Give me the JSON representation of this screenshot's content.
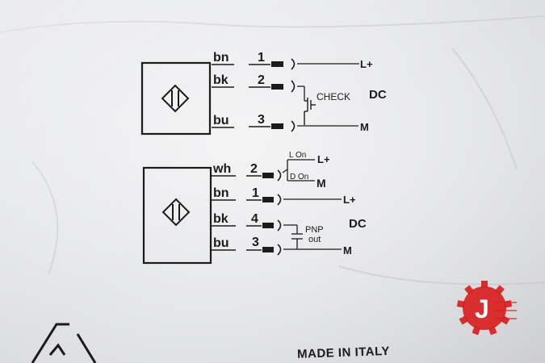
{
  "diagram_1": {
    "wires": [
      {
        "color_code": "bn",
        "pin": "1",
        "terminal": "L+"
      },
      {
        "color_code": "bk",
        "pin": "2"
      },
      {
        "color_code": "bu",
        "pin": "3",
        "terminal": "M"
      }
    ],
    "function_label": "CHECK",
    "supply": "DC"
  },
  "diagram_2": {
    "wires": [
      {
        "color_code": "wh",
        "pin": "2"
      },
      {
        "color_code": "bn",
        "pin": "1",
        "terminal": "L+"
      },
      {
        "color_code": "bk",
        "pin": "4"
      },
      {
        "color_code": "bu",
        "pin": "3",
        "terminal": "M"
      }
    ],
    "selector": [
      {
        "label": "L On",
        "terminal": "L+"
      },
      {
        "label": "D On",
        "terminal": "M"
      }
    ],
    "output_label_line1": "PNP",
    "output_label_line2": "out",
    "supply": "DC"
  },
  "footer_text": "MADE IN ITALY",
  "logo_letter": "J",
  "colors": {
    "ink": "#1b1b1b",
    "logo_red": "#d8201f",
    "background": "#e9eaec"
  }
}
